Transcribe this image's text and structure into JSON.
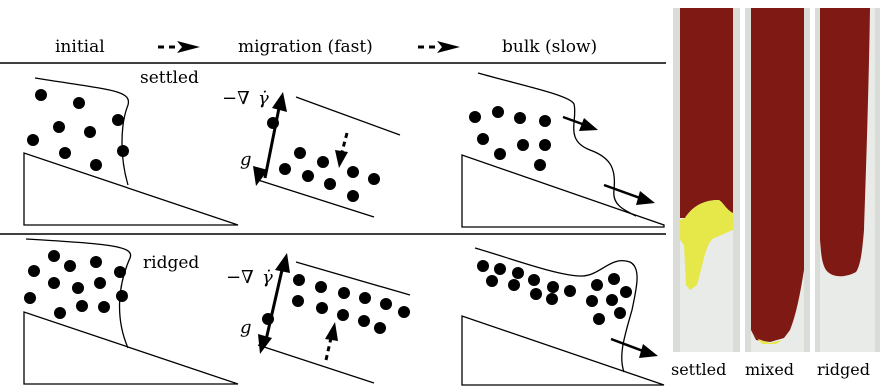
{
  "header": {
    "col1": "initial",
    "col2": "migration (fast)",
    "col3": "bulk (slow)"
  },
  "rows": {
    "top": "settled",
    "bottom": "ridged"
  },
  "math": {
    "grad_top": "−∇",
    "gdot_top": "γ̇",
    "g_top": "g",
    "grad_bottom": "−∇",
    "gdot_bottom": "γ̇",
    "g_bottom": "g"
  },
  "photos": {
    "labels": [
      "settled",
      "mixed",
      "ridged"
    ],
    "colors": {
      "frame": "#d9dcd7",
      "glass": "#e9ebe8",
      "suspension": "#7e1a13",
      "particles_yellow": "#e6e84a"
    }
  }
}
